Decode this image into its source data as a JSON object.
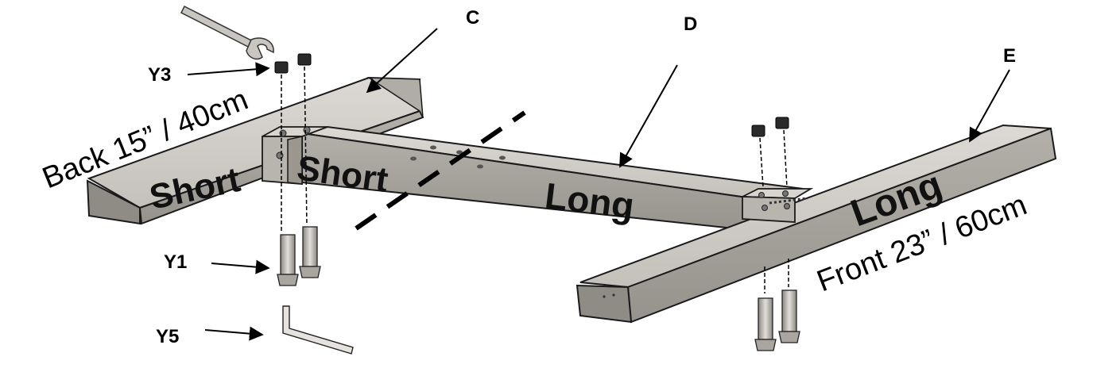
{
  "labels": {
    "C": "C",
    "D": "D",
    "E": "E",
    "Y1": "Y1",
    "Y3": "Y3",
    "Y5": "Y5"
  },
  "beam_text": {
    "short_back": "Short",
    "short_center": "Short",
    "long_center": "Long",
    "long_front": "Long"
  },
  "dimensions": {
    "back": "Back 15” / 40cm",
    "front": "Front 23” / 60cm"
  },
  "colors": {
    "steel_top": "#cfccc7",
    "steel_side": "#a8a49e",
    "steel_end": "#8f8b85",
    "outline": "#1a1a1a"
  }
}
